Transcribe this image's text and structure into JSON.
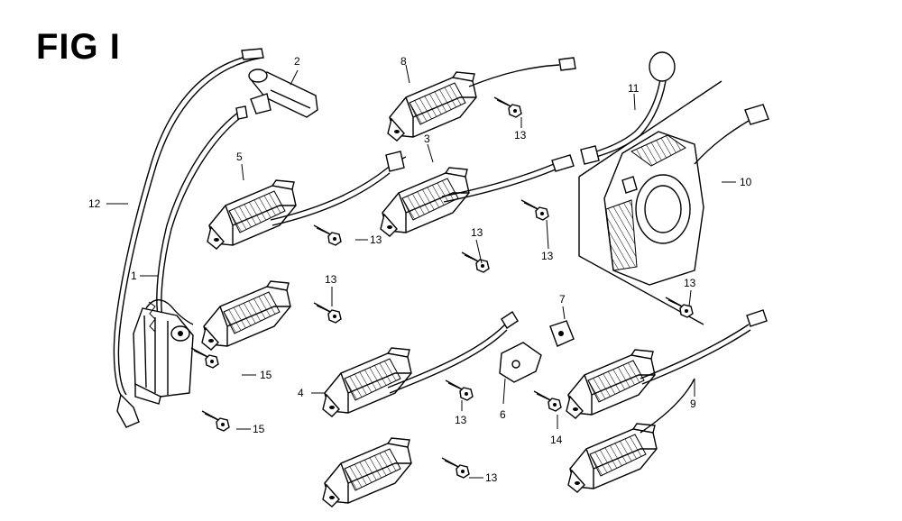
{
  "figure": {
    "title": "FIG I"
  },
  "callouts": [
    {
      "id": "c1",
      "label": "1"
    },
    {
      "id": "c2",
      "label": "2"
    },
    {
      "id": "c3",
      "label": "3"
    },
    {
      "id": "c4",
      "label": "4"
    },
    {
      "id": "c5",
      "label": "5"
    },
    {
      "id": "c6",
      "label": "6"
    },
    {
      "id": "c7",
      "label": "7"
    },
    {
      "id": "c8",
      "label": "8"
    },
    {
      "id": "c9",
      "label": "9"
    },
    {
      "id": "c10",
      "label": "10"
    },
    {
      "id": "c11",
      "label": "11"
    },
    {
      "id": "c12",
      "label": "12"
    },
    {
      "id": "c13a",
      "label": "13"
    },
    {
      "id": "c13b",
      "label": "13"
    },
    {
      "id": "c13c",
      "label": "13"
    },
    {
      "id": "c13d",
      "label": "13"
    },
    {
      "id": "c13e",
      "label": "13"
    },
    {
      "id": "c13f",
      "label": "13"
    },
    {
      "id": "c13g",
      "label": "13"
    },
    {
      "id": "c13h",
      "label": "13"
    },
    {
      "id": "c13i",
      "label": "13"
    },
    {
      "id": "c14",
      "label": "14"
    },
    {
      "id": "c15a",
      "label": "15"
    },
    {
      "id": "c15b",
      "label": "15"
    }
  ]
}
